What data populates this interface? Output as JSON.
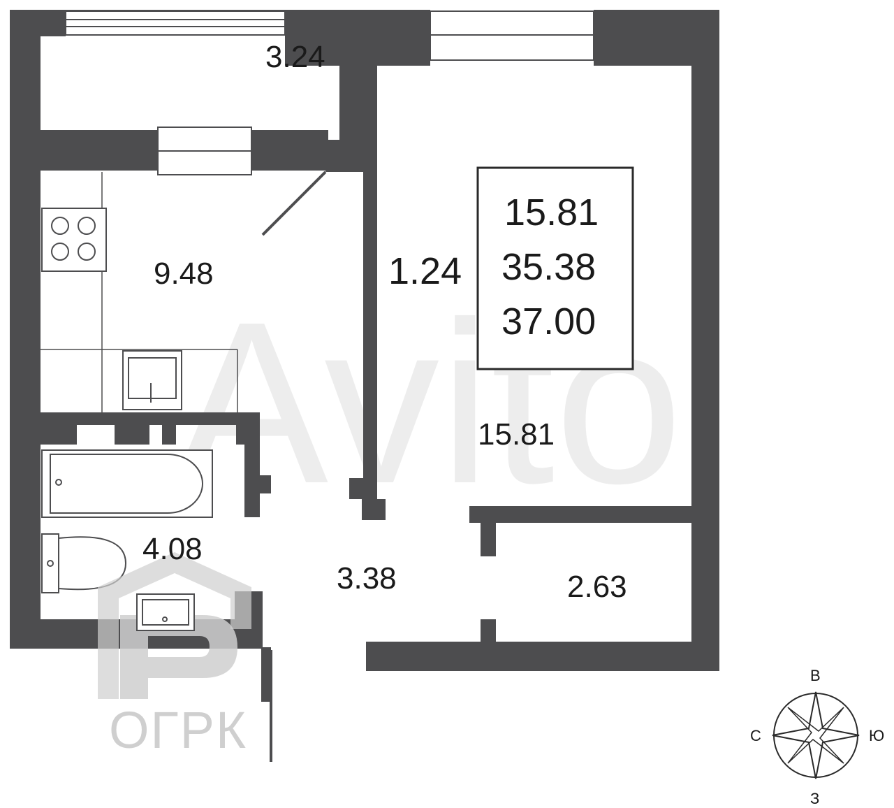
{
  "rooms": {
    "balcony": "3.24",
    "kitchen": "9.48",
    "wardrobe": "1.24",
    "living": "15.81",
    "bathroom": "4.08",
    "hall": "3.38",
    "storage": "2.63"
  },
  "summary": {
    "living_area": "15.81",
    "total_area": "35.38",
    "total_area_with_balcony": "37.00"
  },
  "compass": {
    "north": "С",
    "south": "Ю",
    "east": "В",
    "west": "З"
  },
  "watermark": "Avito",
  "logo": {
    "name": "ОГРК"
  },
  "colors": {
    "wall": "#4d4d4f",
    "background": "#ffffff",
    "logo": "#cfcfcf"
  }
}
